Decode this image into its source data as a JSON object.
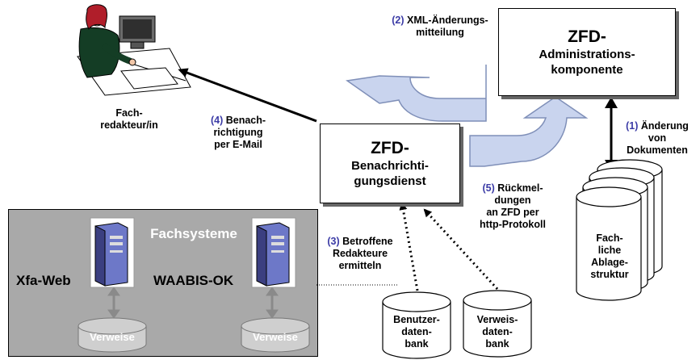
{
  "zfd_admin": {
    "line1": "ZFD-",
    "line2": "Administrations-",
    "line3": "komponente"
  },
  "zfd_benach": {
    "line1": "ZFD-",
    "line2": "Benachrichti-",
    "line3": "gungsdienst"
  },
  "step2": {
    "num": "(2)",
    "line1": "XML-Änderungs-",
    "line2": "mitteilung"
  },
  "step4": {
    "num": "(4)",
    "line1": "Benach-",
    "line2": "richtigung",
    "line3": "per E-Mail"
  },
  "step1": {
    "num": "(1)",
    "line1": "Änderung",
    "line2": "von",
    "line3": "Dokumenten"
  },
  "step5": {
    "num": "(5)",
    "line1": "Rückmel-",
    "line2": "dungen",
    "line3": "an ZFD per",
    "line4": "http-Protokoll"
  },
  "step3": {
    "num": "(3)",
    "line1": "Betroffene",
    "line2": "Redakteure",
    "line3": "ermitteln"
  },
  "fachredakteur": {
    "line1": "Fach-",
    "line2": "redakteur/in"
  },
  "fachsysteme": {
    "title": "Fachsysteme",
    "system1": "Xfa-Web",
    "system2": "WAABIS-OK",
    "db_label": "Verweise"
  },
  "databases": {
    "benutzer": {
      "line1": "Benutzer-",
      "line2": "daten-",
      "line3": "bank"
    },
    "verweis": {
      "line1": "Verweis-",
      "line2": "daten-",
      "line3": "bank"
    },
    "ablage": {
      "line1": "Fach-",
      "line2": "liche",
      "line3": "Ablage-",
      "line4": "struktur"
    }
  },
  "colors": {
    "number_blue": "#3b3ba6",
    "arrow_fill": "#c9d4ee",
    "panel_gray": "#a9a9a9"
  }
}
